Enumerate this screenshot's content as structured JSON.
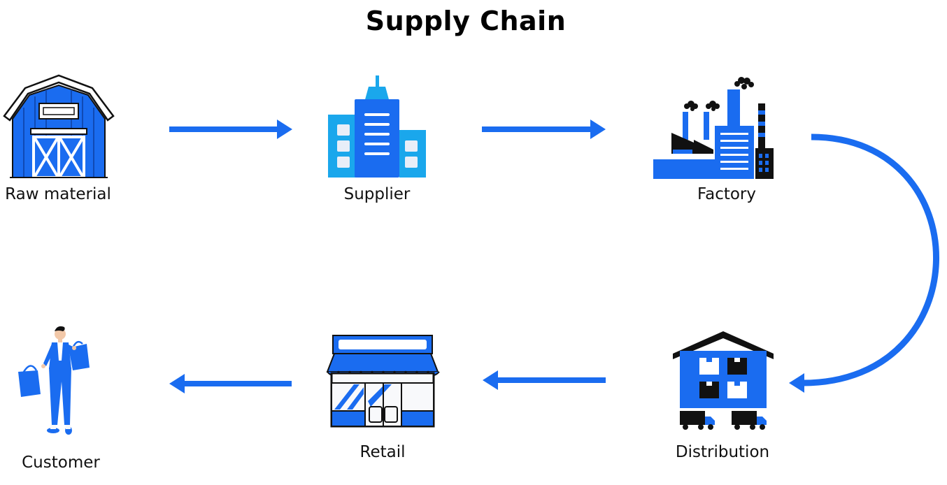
{
  "diagram": {
    "title": "Supply Chain",
    "nodes": {
      "raw_material": "Raw material",
      "supplier": "Supplier",
      "factory": "Factory",
      "distribution": "Distribution",
      "retail": "Retail",
      "customer": "Customer"
    },
    "flow": [
      "Raw material",
      "Supplier",
      "Factory",
      "Distribution",
      "Retail",
      "Customer"
    ]
  },
  "colors": {
    "primary_blue": "#1A6CF0",
    "light_blue": "#1AA7EC",
    "text": "#111111",
    "icon_dark": "#0D0D0D"
  }
}
